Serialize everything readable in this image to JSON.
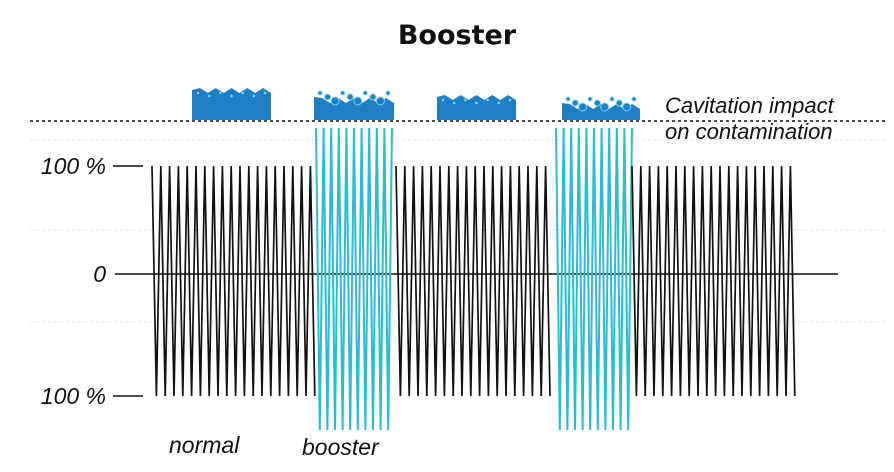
{
  "title": "Booster",
  "annotation": [
    "Cavitation impact",
    "on contamination"
  ],
  "axis_labels": {
    "top": "100 %",
    "zero": "0",
    "bottom": "100 %"
  },
  "mode_labels": {
    "normal": "normal",
    "booster": "booster"
  },
  "colors": {
    "wave": "#111111",
    "booster": "#2bbcd4",
    "deposit": "#1e7fc6",
    "particle": "#7fd6f0"
  },
  "segments": [
    {
      "mode": "normal"
    },
    {
      "mode": "booster"
    },
    {
      "mode": "normal"
    },
    {
      "mode": "booster"
    },
    {
      "mode": "normal"
    }
  ],
  "deposits": [
    {
      "mode": "normal"
    },
    {
      "mode": "booster"
    },
    {
      "mode": "normal"
    },
    {
      "mode": "booster"
    }
  ]
}
